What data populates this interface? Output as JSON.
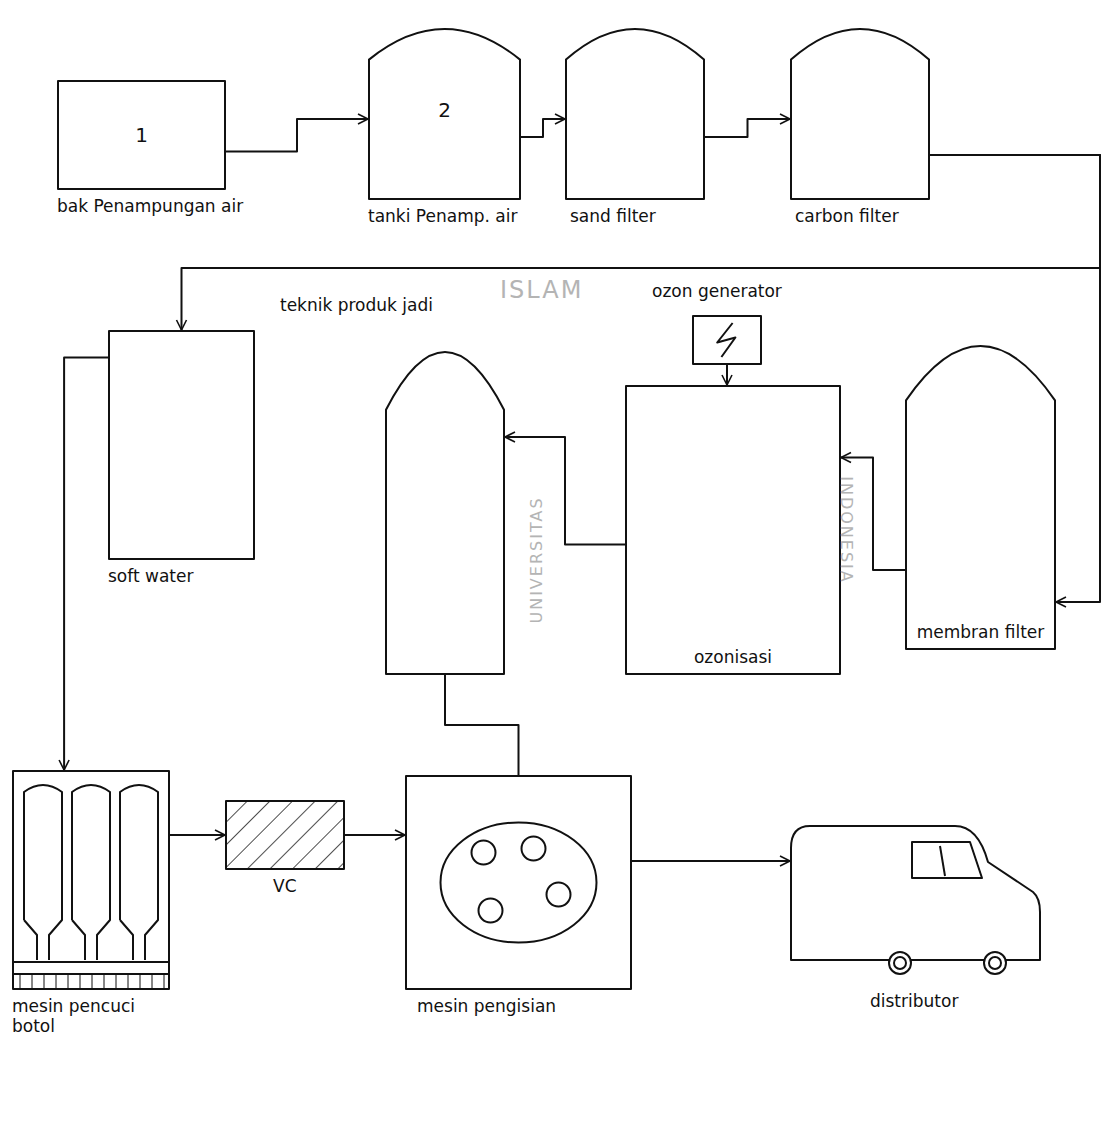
{
  "diagram": {
    "nodes": [
      {
        "text": [
          "1",
          "bak Penampungan air"
        ]
      },
      {
        "text": [
          "2",
          "tanki Penamp. air"
        ]
      },
      {
        "text": [
          "sand filter"
        ]
      },
      {
        "text": [
          "carbon filter"
        ]
      },
      {
        "text": [
          "soft water"
        ]
      },
      {
        "text": [
          "teknik produk jadi"
        ]
      },
      {
        "text": [
          "ozonisasi"
        ]
      },
      {
        "text": [
          "ozon generator"
        ]
      },
      {
        "text": [
          "membran filter"
        ]
      },
      {
        "text": [
          "mesin pencuci botol"
        ]
      },
      {
        "text": [
          "VC"
        ]
      },
      {
        "text": [
          "mesin pengisian"
        ]
      },
      {
        "text": [
          "distributor"
        ]
      }
    ],
    "edges": [
      {
        "from": 0,
        "to": 1,
        "arrow": "to"
      },
      {
        "from": 1,
        "to": 2,
        "arrow": "to"
      },
      {
        "from": 2,
        "to": 3,
        "arrow": "to"
      },
      {
        "from": 3,
        "to": 4,
        "arrow": "to"
      },
      {
        "from": 3,
        "to": 8,
        "arrow": "to"
      },
      {
        "from": 8,
        "to": 6,
        "arrow": "to"
      },
      {
        "from": 7,
        "to": 6,
        "arrow": "to"
      },
      {
        "from": 6,
        "to": 5,
        "arrow": "to"
      },
      {
        "from": 5,
        "to": 11,
        "arrow": "none"
      },
      {
        "from": 4,
        "to": 9,
        "arrow": "to"
      },
      {
        "from": 9,
        "to": 10,
        "arrow": "to"
      },
      {
        "from": 10,
        "to": 11,
        "arrow": "to"
      },
      {
        "from": 11,
        "to": 12,
        "arrow": "to"
      }
    ],
    "labels": [
      "ISLAM",
      "UNIVERSITAS",
      "INDONESIA"
    ]
  }
}
